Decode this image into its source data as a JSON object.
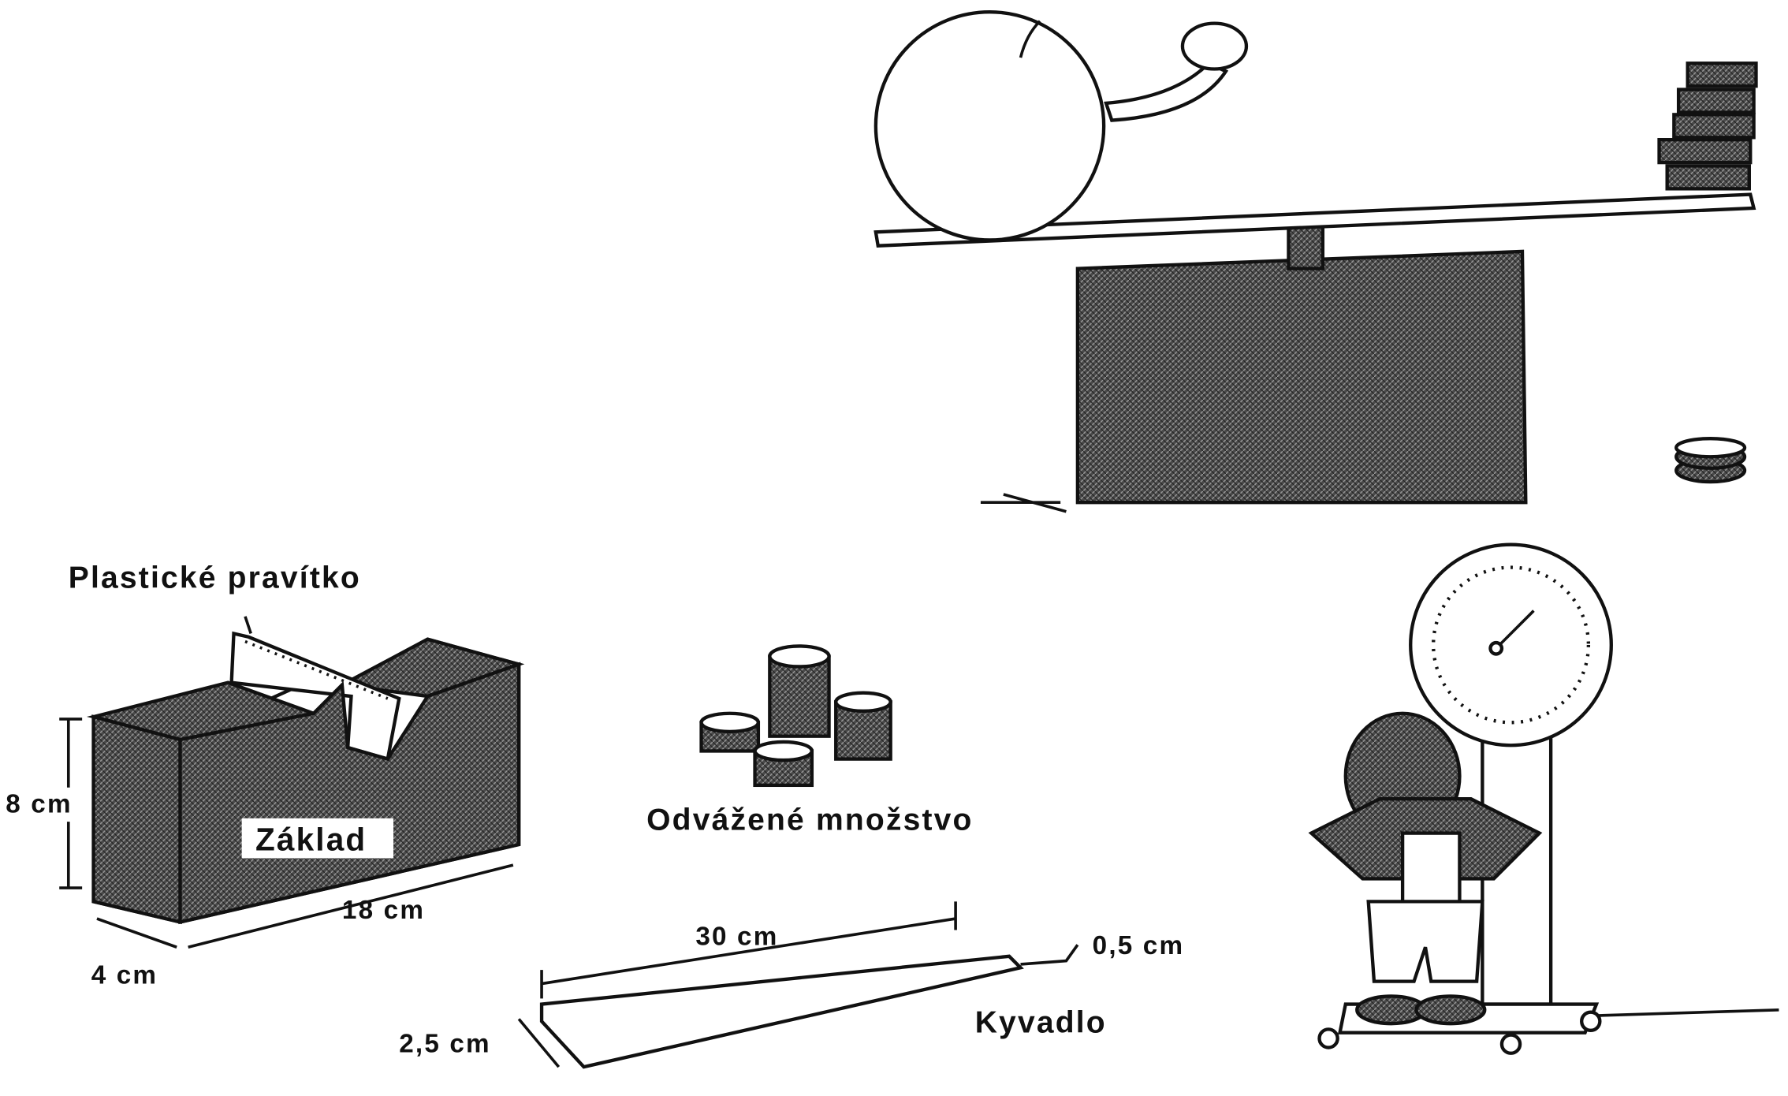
{
  "labels": {
    "ruler": "Plastické pravítko",
    "height": "8 cm",
    "base": "Základ",
    "length": "18 cm",
    "width": "4 cm",
    "weighed": "Odvážené množstvo",
    "plank_length": "30 cm",
    "plank_thickness": "0,5 cm",
    "plank_width": "2,5 cm",
    "pendulum": "Kyvadlo"
  }
}
